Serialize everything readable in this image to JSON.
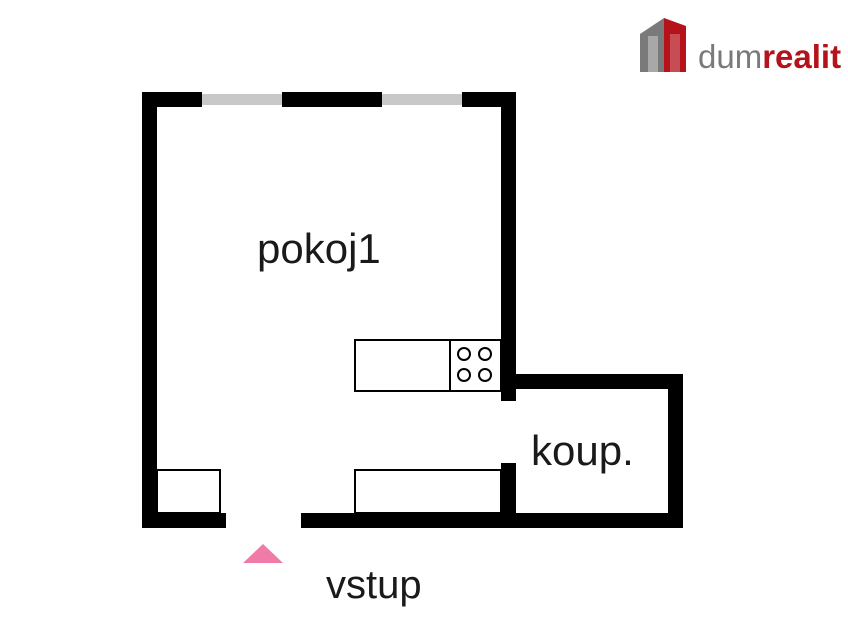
{
  "brand": {
    "name_regular": "dum",
    "name_bold": "realit",
    "colors": {
      "gray": "#7a7a7a",
      "red": "#b5121b"
    }
  },
  "rooms": {
    "room1": "pokoj1",
    "room2": "koup."
  },
  "entry": {
    "label": "vstup",
    "marker_color": "#f07aa8"
  },
  "icons": {
    "logo": "building-logo-icon",
    "entry_marker": "entry-arrow-icon",
    "stove": "stove-icon"
  },
  "colors": {
    "wall": "#000000",
    "window": "#c8c8c8",
    "background": "#ffffff"
  }
}
